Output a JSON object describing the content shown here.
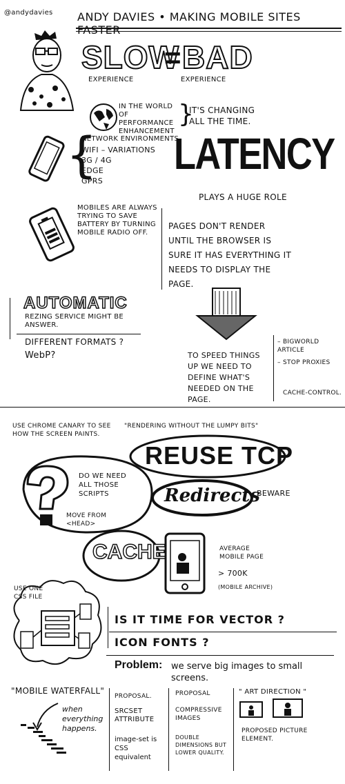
{
  "handle": "@andydavies",
  "header": {
    "title": "ANDY DAVIES • MAKING MOBILE SITES FASTER"
  },
  "slow_bad": {
    "slow": "SLOW",
    "equals": "=",
    "bad": "BAD",
    "slow_sub": "EXPERIENCE",
    "bad_sub": "EXPERIENCE"
  },
  "world": {
    "left": "IN THE WORLD OF PERFORMANCE ENHANCEMENT",
    "right": "IT'S CHANGING ALL THE TIME."
  },
  "network": {
    "title": "NETWORK ENVIRONMENTS",
    "items": [
      "WIFI – VARIATIONS",
      "3G / 4G",
      "EDGE",
      "GPRS"
    ]
  },
  "latency": {
    "word": "LATENCY",
    "sub": "PLAYS A HUGE ROLE"
  },
  "battery": {
    "text": "MOBILES ARE ALWAYS TRYING TO SAVE BATTERY BY TURNING MOBILE RADIO OFF."
  },
  "render": {
    "text": "PAGES DON'T RENDER UNTIL THE BROWSER IS SURE IT HAS EVERYTHING IT NEEDS TO DISPLAY THE PAGE."
  },
  "automatic": {
    "word": "AUTOMATIC",
    "sub": "REZING SERVICE MIGHT BE ANSWER."
  },
  "formats": {
    "line1": "DIFFERENT FORMATS ?",
    "line2": "WebP?"
  },
  "speed": {
    "text": "TO SPEED THINGS UP WE NEED TO DEFINE WHAT'S NEEDED ON THE PAGE."
  },
  "bigworld": {
    "article": "– BIGWORLD ARTICLE",
    "proxies": "– STOP PROXIES",
    "cache": "CACHE-CONTROL."
  },
  "canary": {
    "left": "USE CHROME CANARY TO SEE HOW THE SCREEN PAINTS.",
    "right": "\"RENDERING WITHOUT THE LUMPY BITS\""
  },
  "reuse": {
    "word": "REUSE TCP"
  },
  "scripts": {
    "question": "DO WE NEED ALL THOSE SCRIPTS",
    "move": "MOVE FROM <HEAD>"
  },
  "redirects": {
    "word": "Redirects",
    "beware": "BEWARE"
  },
  "cache": {
    "word": "CACHE"
  },
  "average": {
    "text": "AVERAGE MOBILE PAGE",
    "size": "> 700K",
    "source": "(MOBILE ARCHIVE)"
  },
  "css": {
    "text": "USE ONE CSS FILE"
  },
  "vector": {
    "text": "IS IT TIME FOR VECTOR ?"
  },
  "iconfonts": {
    "text": "ICON FONTS ?"
  },
  "problem": {
    "label": "Problem:",
    "text": "we serve big images to small screens."
  },
  "waterfall": {
    "title": "\"MOBILE WATERFALL\"",
    "sub": "when everything happens."
  },
  "proposal1": {
    "title": "PROPOSAL.",
    "text": "SRCSET ATTRIBUTE",
    "note": "image-set is CSS equivalent"
  },
  "proposal2": {
    "title": "PROPOSAL",
    "text": "COMPRESSIVE IMAGES",
    "note": "DOUBLE DIMENSIONS BUT LOWER QUALITY."
  },
  "artdirection": {
    "title": "\" ART DIRECTION \"",
    "text": "PROPOSED PICTURE ELEMENT."
  }
}
